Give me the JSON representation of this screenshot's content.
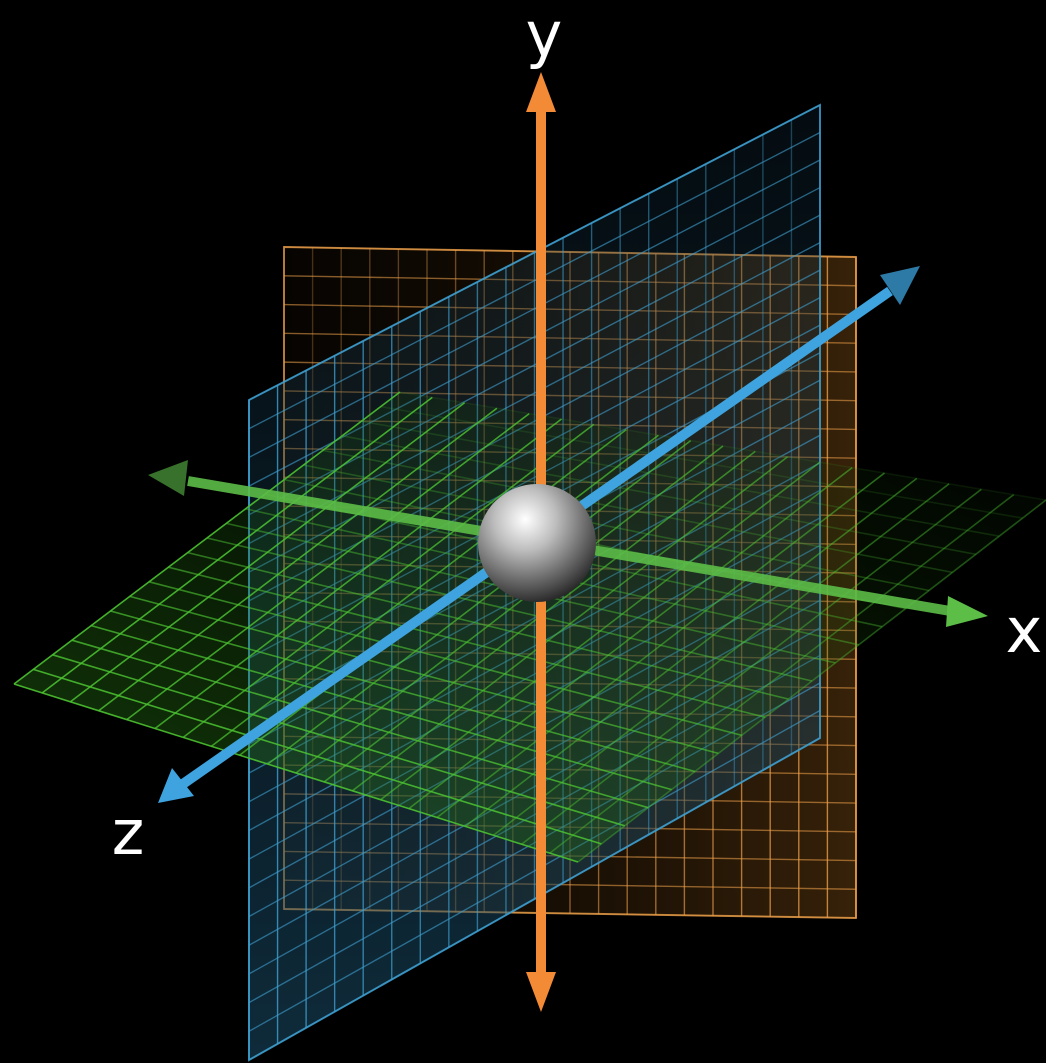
{
  "axes": {
    "x": {
      "label": "x",
      "color": "#5cbd47"
    },
    "y": {
      "label": "y",
      "color": "#f28a36"
    },
    "z": {
      "label": "z",
      "color": "#3ea3de"
    }
  },
  "planes": {
    "xy": {
      "color": "#f0a24a"
    },
    "yz": {
      "color": "#3f9fcf"
    },
    "xz": {
      "color": "#4cc232"
    }
  },
  "origin": {
    "color": "#c8c8c8"
  }
}
